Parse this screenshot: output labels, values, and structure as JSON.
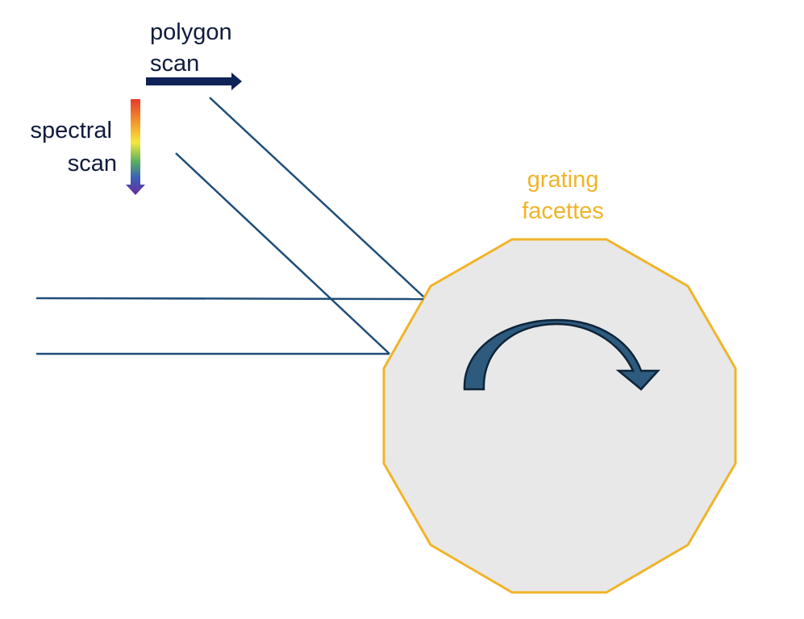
{
  "labels": {
    "polygon_scan_line1": "polygon",
    "polygon_scan_line2": "scan",
    "spectral_scan_line1": "spectral",
    "spectral_scan_line2": "scan",
    "grating_line1": "grating",
    "grating_line2": "facettes"
  },
  "colors": {
    "text_dark": "#0f1b3d",
    "polygon_arrow": "#0f2358",
    "beam": "#1f4e79",
    "grating": "#f0b429",
    "polygon_fill": "#e8e8e8",
    "rotation_arrow": "#2e5a7d"
  }
}
